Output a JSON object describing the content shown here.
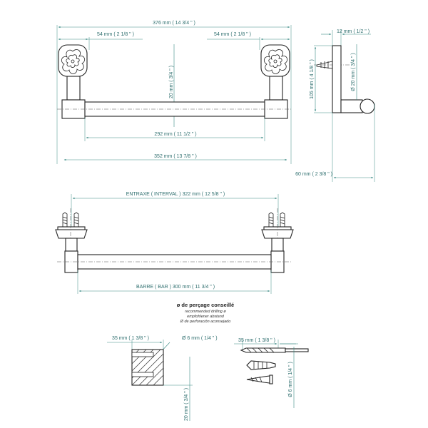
{
  "front_view": {
    "overall": "376 mm  ( 14 3/4 \" )",
    "left_rosette": "54 mm  ( 2 1/8 \" )",
    "right_rosette": "54 mm  ( 2 1/8 \" )",
    "rosette_height": "20 mm  ( 3/4 \" )",
    "inner": "292 mm  ( 11 1/2 \" )",
    "outer": "352 mm  ( 13 7/8 \" )"
  },
  "side_view": {
    "plate": "12 mm  ( 1/2 \" )",
    "height": "105 mm  ( 4 1/8 \" )",
    "tube_diameter": "Ø 20 mm  ( 3/4 \" )",
    "projection": "60 mm  ( 2 3/8 \" )"
  },
  "rear_view": {
    "entraxe": "ENTRAXE ( INTERVAL )  322 mm  ( 12 5/8 \" )",
    "barre": "BARRE ( BAR )  300 mm  ( 11 3/4 \" )"
  },
  "drilling_note": {
    "title": "ø de perçage conseillé",
    "line_en": "recommended drilling ø",
    "line_de": "empfohlener abstand",
    "line_es": "Ø de perforación aconsejado"
  },
  "drill_detail": {
    "width": "35 mm  ( 1 3/8 \" )",
    "hole": "Ø 6 mm  ( 1/4 \" )",
    "depth": "20 mm  ( 3/4 \" )"
  },
  "hardware_detail": {
    "length": "35 mm  ( 1 3/8 \" )",
    "bit": "Ø 6 mm  ( 1/4 \" )"
  }
}
